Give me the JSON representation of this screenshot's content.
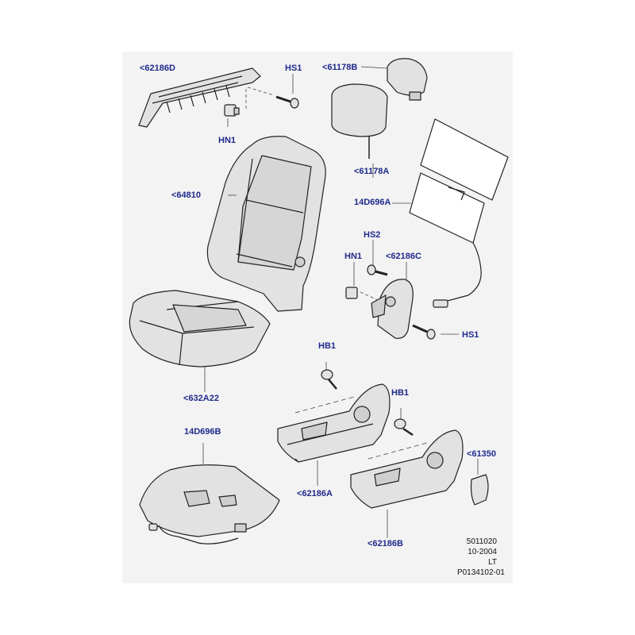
{
  "colors": {
    "panel": "#f3f3f3",
    "callout_text": "#1f2a8c",
    "line": "#222222",
    "part_fill": "#e2e2e2",
    "part_shade": "#cfcfcf"
  },
  "callouts": {
    "c62186D": "<62186D",
    "hs1_top": "HS1",
    "c61178B": "<61178B",
    "hn1_top": "HN1",
    "c61178A": "<61178A",
    "c64810": "<64810",
    "c14D696A": "14D696A",
    "hs2": "HS2",
    "hn1_mid": "HN1",
    "c62186C": "<62186C",
    "hs1_mid": "HS1",
    "c632A22": "<632A22",
    "hb1_left": "HB1",
    "hb1_right": "HB1",
    "c14D696B": "14D696B",
    "c61350": "<61350",
    "c62186A": "<62186A",
    "c62186B": "<62186B"
  },
  "reference": {
    "line1": "5011020",
    "line2": "10-2004",
    "line3": "LT",
    "line4": "P0134102-01"
  }
}
